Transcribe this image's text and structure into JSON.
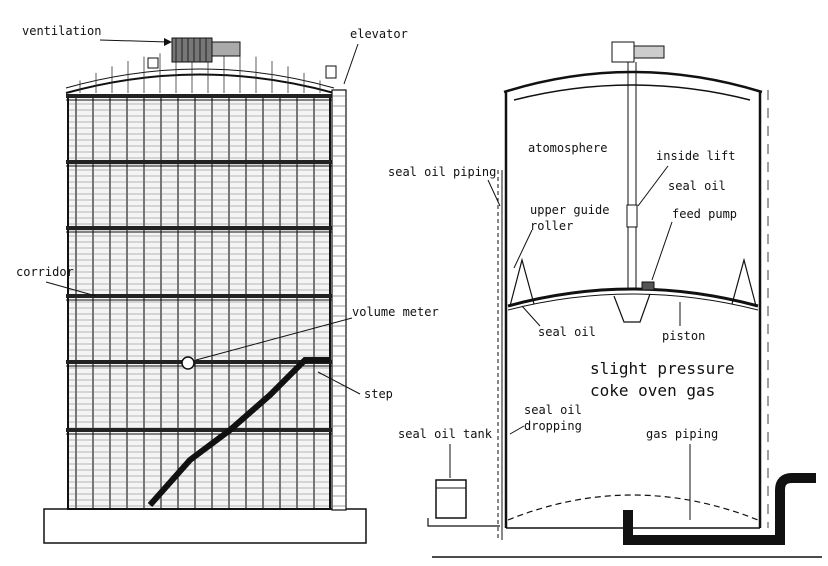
{
  "left_tank": {
    "labels": {
      "ventilation": "ventilation",
      "elevator": "elevator",
      "corridor": "corridor",
      "volume_meter": "volume meter",
      "step": "step"
    }
  },
  "right_tank": {
    "labels": {
      "atmosphere": "atomosphere",
      "inside_lift": "inside lift",
      "seal_oil_top": "seal oil",
      "feed_pump": "feed pump",
      "seal_oil_piping": "seal oil piping",
      "upper_guide": "upper guide",
      "roller": "roller",
      "seal_oil_mid": "seal oil",
      "piston": "piston",
      "gas_line1": "slight pressure",
      "gas_line2": "coke oven gas",
      "seal_oil_dropping_1": "seal oil",
      "seal_oil_dropping_2": "dropping",
      "seal_oil_tank": "seal oil tank",
      "gas_piping": "gas piping"
    }
  }
}
